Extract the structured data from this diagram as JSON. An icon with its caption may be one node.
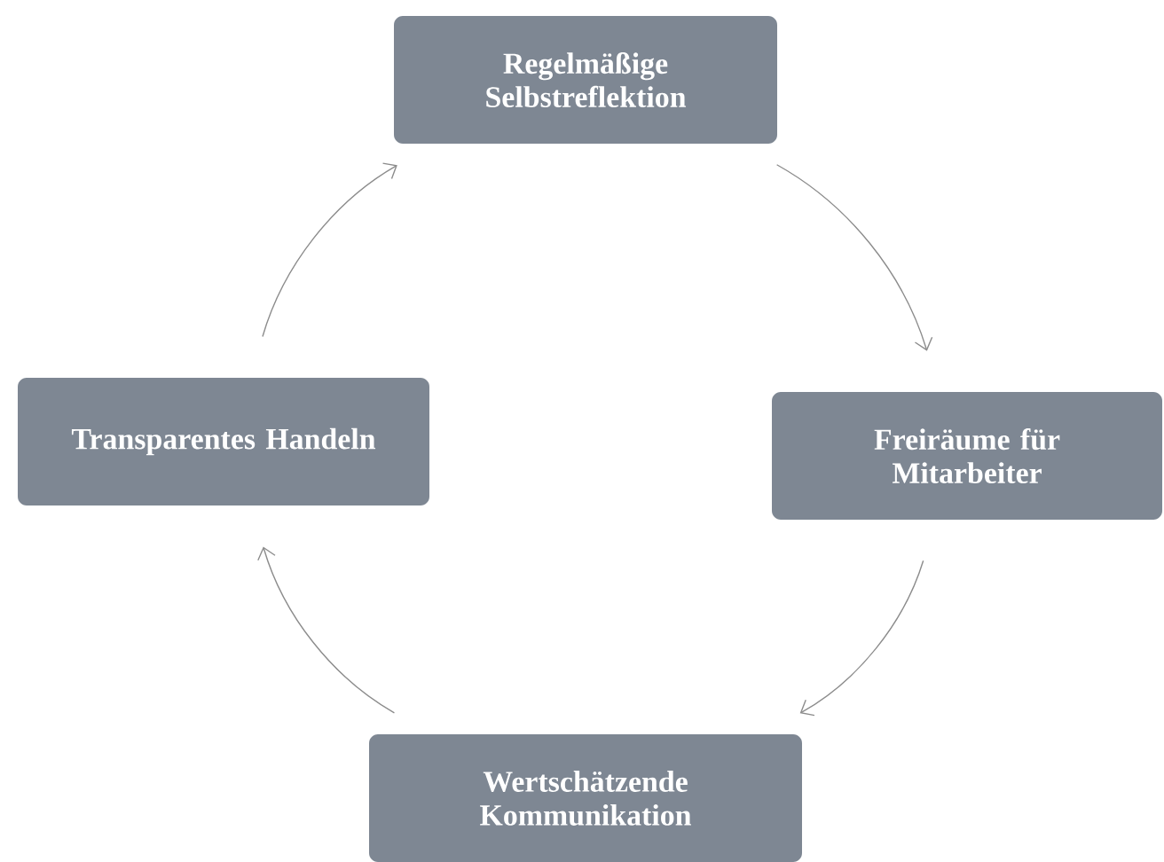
{
  "diagram": {
    "nodes": [
      {
        "text": [
          "Regelmäßige Selbstreflektion"
        ]
      },
      {
        "text": [
          "Freiräume für Mitarbeiter"
        ]
      },
      {
        "text": [
          "Wertschätzende Kommunikation"
        ]
      },
      {
        "text": [
          "Transparentes Handeln"
        ]
      }
    ],
    "edges": [
      {
        "from": 0,
        "to": 1,
        "arrow": "to"
      },
      {
        "from": 1,
        "to": 2,
        "arrow": "to"
      },
      {
        "from": 2,
        "to": 3,
        "arrow": "to"
      },
      {
        "from": 3,
        "to": 0,
        "arrow": "to"
      }
    ]
  }
}
